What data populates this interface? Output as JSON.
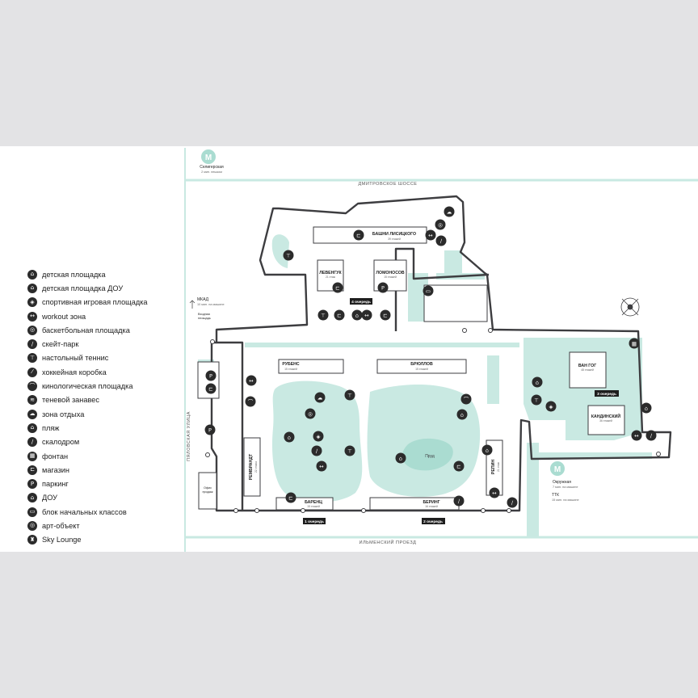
{
  "legend": {
    "items": [
      {
        "label": "детская площадка",
        "icon": "playground-icon",
        "glyph": "⌂"
      },
      {
        "label": "детская площадка ДОУ",
        "icon": "kindergarten-playground-icon",
        "glyph": "⌂"
      },
      {
        "label": "спортивная игровая площадка",
        "icon": "sports-ground-icon",
        "glyph": "◈"
      },
      {
        "label": "workout зона",
        "icon": "workout-icon",
        "glyph": "↔"
      },
      {
        "label": "баскетбольная площадка",
        "icon": "basketball-icon",
        "glyph": "◎"
      },
      {
        "label": "скейт-парк",
        "icon": "skatepark-icon",
        "glyph": "∕"
      },
      {
        "label": "настольный теннис",
        "icon": "table-tennis-icon",
        "glyph": "⊤"
      },
      {
        "label": "хоккейная коробка",
        "icon": "hockey-icon",
        "glyph": "⁄"
      },
      {
        "label": "кинологическая площадка",
        "icon": "dog-area-icon",
        "glyph": "⌒"
      },
      {
        "label": "теневой занавес",
        "icon": "shade-canopy-icon",
        "glyph": "≋"
      },
      {
        "label": "зона отдыха",
        "icon": "rest-zone-icon",
        "glyph": "☁"
      },
      {
        "label": "пляж",
        "icon": "beach-icon",
        "glyph": "⌂"
      },
      {
        "label": "скалодром",
        "icon": "climbing-wall-icon",
        "glyph": "∕"
      },
      {
        "label": "фонтан",
        "icon": "fountain-icon",
        "glyph": "▦"
      },
      {
        "label": "магазин",
        "icon": "shop-icon",
        "glyph": "⊏"
      },
      {
        "label": "паркинг",
        "icon": "parking-icon",
        "glyph": "P"
      },
      {
        "label": "ДОУ",
        "icon": "kindergarten-icon",
        "glyph": "⌂"
      },
      {
        "label": "блок начальных классов",
        "icon": "school-block-icon",
        "glyph": "▭"
      },
      {
        "label": "арт-объект",
        "icon": "art-object-icon",
        "glyph": "◎"
      },
      {
        "label": "Sky Lounge",
        "icon": "sky-lounge-icon",
        "glyph": "♜"
      }
    ]
  },
  "map": {
    "metro_seligerskaya": {
      "letter": "М",
      "name": "Селигерская",
      "note": "2 мин. пешком"
    },
    "metro_okruzhnaya": {
      "letter": "М",
      "name": "Окружная",
      "note": "7 мин. на машине"
    },
    "ttk": {
      "name": "ТТК",
      "note": "15 мин. на машине"
    },
    "mkad": {
      "name": "МКАД",
      "note": "10 мин. на машине"
    },
    "entrance": {
      "line1": "Входная",
      "line2": "площадь"
    },
    "office": {
      "line1": "Офис",
      "line2": "продаж"
    },
    "lake": "Пруд",
    "streets": {
      "dmitrovskoe": "ДМИТРОВСКОЕ ШОССЕ",
      "ilmensky": "ИЛЬМЕНСКИЙ ПРОЕЗД",
      "pyalovskaya": "ПЯЛОВСКАЯ УЛИЦА"
    },
    "buildings": {
      "lisitsky": {
        "name": "БАШНИ ЛИСИЦКОГО",
        "floors": "39 этажей"
      },
      "levengук": {
        "name": "ЛЕВЕНГУК",
        "floors": "21 этаж"
      },
      "lomonosov": {
        "name": "ЛОМОНОСОВ",
        "floors": "15 этажей"
      },
      "rubens": {
        "name": "РУБЕНС",
        "floors": "15 этажей"
      },
      "bryullov": {
        "name": "БРЮЛЛОВ",
        "floors": "15 этажей"
      },
      "rembrandt": {
        "name": "РЕМБРАНДТ",
        "floors": "22 этажа"
      },
      "repin": {
        "name": "РЕПИН",
        "floors": "21 этаж"
      },
      "barents": {
        "name": "БАРЕНЦ",
        "floors": "15 этажей"
      },
      "bering": {
        "name": "БЕРИНГ",
        "floors": "16 этажей"
      },
      "vangog": {
        "name": "ВАН ГОГ",
        "floors": "48 этажей"
      },
      "kandinsky": {
        "name": "КАНДИНСКИЙ",
        "floors": "36 этажей"
      }
    },
    "phases": {
      "phase1": "1 очередь",
      "phase2": "2 очередь",
      "phase3": "3 очередь",
      "phase4": "4 очередь"
    },
    "colors": {
      "green": "#c9e9e2",
      "teal": "#aadcd1",
      "boundary": "#3d3d40",
      "dark": "#2b2b2b"
    }
  }
}
